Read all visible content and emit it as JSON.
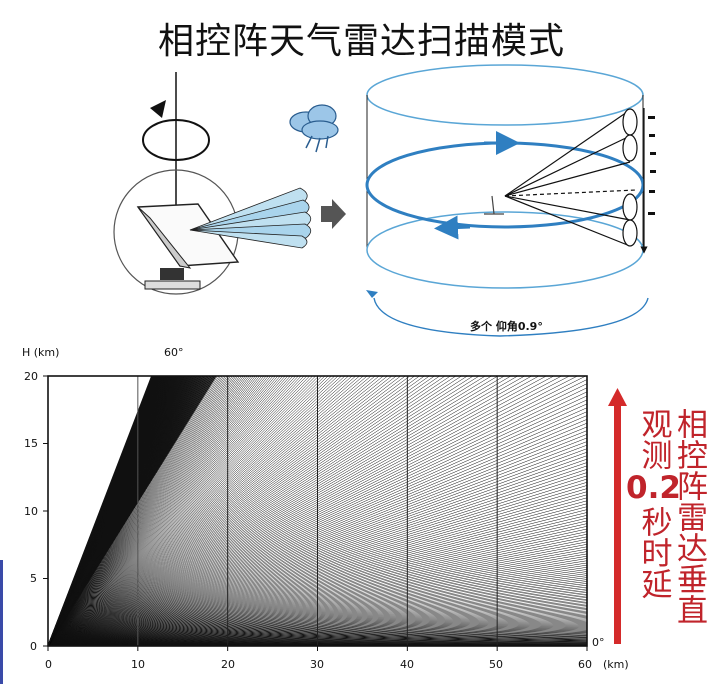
{
  "title": "相控阵天气雷达扫描模式",
  "top_diagram": {
    "scan_angle_label": "多个 仰角0.9°"
  },
  "chart": {
    "y_axis_label": "H (km)",
    "x_axis_unit": "(km)",
    "angle_top_label": "60°",
    "angle_bottom_label": "0°",
    "y_ticks": [
      "0",
      "5",
      "10",
      "15",
      "20"
    ],
    "x_ticks": [
      "0",
      "10",
      "20",
      "30",
      "40",
      "50",
      "60"
    ]
  },
  "side_labels": {
    "label_1": "相控阵雷达垂直",
    "label_2_prefix": "观测",
    "label_2_number": "0.2",
    "label_2_suffix": "秒时延"
  },
  "colors": {
    "accent_blue": "#2f7fc1",
    "cylinder_blue": "#5aa6d6",
    "arrow_red": "#d42a2a",
    "text_red": "#c0242b"
  }
}
